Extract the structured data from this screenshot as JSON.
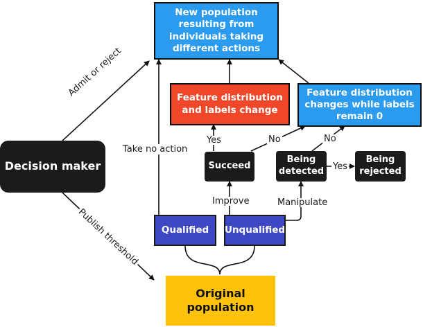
{
  "nodes": {
    "new_population": "New population resulting from individuals taking different actions",
    "feature_label_change": "Feature distribution and labels change",
    "feature_change_labels_zero": "Feature distribution changes while labels remain 0",
    "decision_maker": "Decision maker",
    "succeed": "Succeed",
    "being_detected": "Being detected",
    "being_rejected": "Being rejected",
    "qualified": "Qualified",
    "unqualified": "Unqualified",
    "original_population": "Original population"
  },
  "edges": {
    "admit_or_reject": "Admit or reject",
    "publish_threshold": "Publish threshold",
    "take_no_action": "Take no action",
    "yes_succeed": "Yes",
    "no_succeed": "No",
    "no_detected": "No",
    "yes_detected": "Yes",
    "improve": "Improve",
    "manipulate": "Manipulate"
  },
  "colors": {
    "blue": "#2a9bef",
    "red": "#f0472a",
    "dark": "#1b1b1b",
    "indigo": "#3f48c4",
    "gold": "#ffc20a"
  }
}
